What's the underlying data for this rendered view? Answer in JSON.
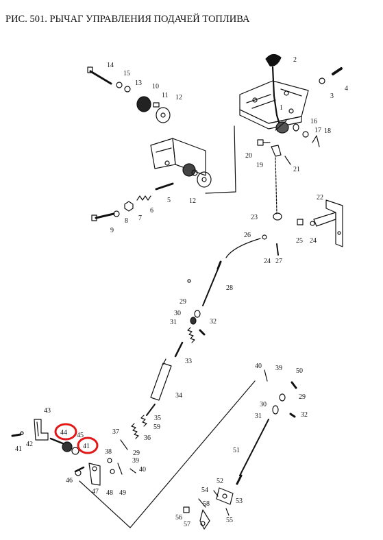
{
  "title": "РИС. 501. РЫЧАГ УПРАВЛЕНИЯ ПОДАЧЕЙ ТОПЛИВА",
  "colors": {
    "ink": "#111111",
    "highlight": "#e01818"
  },
  "labels": [
    {
      "id": "1",
      "text": "1"
    },
    {
      "id": "2",
      "text": "2"
    },
    {
      "id": "3",
      "text": "3"
    },
    {
      "id": "4",
      "text": "4"
    },
    {
      "id": "5",
      "text": "5"
    },
    {
      "id": "6",
      "text": "6"
    },
    {
      "id": "7",
      "text": "7"
    },
    {
      "id": "8",
      "text": "8"
    },
    {
      "id": "9",
      "text": "9"
    },
    {
      "id": "10",
      "text": "10"
    },
    {
      "id": "11",
      "text": "11"
    },
    {
      "id": "12a",
      "text": "12"
    },
    {
      "id": "12b",
      "text": "12"
    },
    {
      "id": "13",
      "text": "13"
    },
    {
      "id": "14",
      "text": "14"
    },
    {
      "id": "15",
      "text": "15"
    },
    {
      "id": "16",
      "text": "16"
    },
    {
      "id": "17",
      "text": "17"
    },
    {
      "id": "18",
      "text": "18"
    },
    {
      "id": "19",
      "text": "19"
    },
    {
      "id": "20",
      "text": "20"
    },
    {
      "id": "21",
      "text": "21"
    },
    {
      "id": "22",
      "text": "22"
    },
    {
      "id": "23",
      "text": "23"
    },
    {
      "id": "24a",
      "text": "24"
    },
    {
      "id": "24b",
      "text": "24"
    },
    {
      "id": "25",
      "text": "25"
    },
    {
      "id": "26",
      "text": "26"
    },
    {
      "id": "27",
      "text": "27"
    },
    {
      "id": "28",
      "text": "28"
    },
    {
      "id": "29a",
      "text": "29"
    },
    {
      "id": "29b",
      "text": "29"
    },
    {
      "id": "29c",
      "text": "29"
    },
    {
      "id": "30a",
      "text": "30"
    },
    {
      "id": "30b",
      "text": "30"
    },
    {
      "id": "31a",
      "text": "31"
    },
    {
      "id": "31b",
      "text": "31"
    },
    {
      "id": "32a",
      "text": "32"
    },
    {
      "id": "32b",
      "text": "32"
    },
    {
      "id": "33",
      "text": "33"
    },
    {
      "id": "34",
      "text": "34"
    },
    {
      "id": "35",
      "text": "35"
    },
    {
      "id": "36",
      "text": "36"
    },
    {
      "id": "37",
      "text": "37"
    },
    {
      "id": "38",
      "text": "38"
    },
    {
      "id": "39a",
      "text": "39"
    },
    {
      "id": "39b",
      "text": "39"
    },
    {
      "id": "40a",
      "text": "40"
    },
    {
      "id": "40b",
      "text": "40"
    },
    {
      "id": "41a",
      "text": "41"
    },
    {
      "id": "41b",
      "text": "41"
    },
    {
      "id": "42",
      "text": "42"
    },
    {
      "id": "43",
      "text": "43"
    },
    {
      "id": "44",
      "text": "44"
    },
    {
      "id": "45",
      "text": "45"
    },
    {
      "id": "46",
      "text": "46"
    },
    {
      "id": "47",
      "text": "47"
    },
    {
      "id": "48",
      "text": "48"
    },
    {
      "id": "49",
      "text": "49"
    },
    {
      "id": "50",
      "text": "50"
    },
    {
      "id": "51",
      "text": "51"
    },
    {
      "id": "52",
      "text": "52"
    },
    {
      "id": "53",
      "text": "53"
    },
    {
      "id": "54",
      "text": "54"
    },
    {
      "id": "55",
      "text": "55"
    },
    {
      "id": "56",
      "text": "56"
    },
    {
      "id": "57",
      "text": "57"
    },
    {
      "id": "58",
      "text": "58"
    },
    {
      "id": "59",
      "text": "59"
    }
  ]
}
